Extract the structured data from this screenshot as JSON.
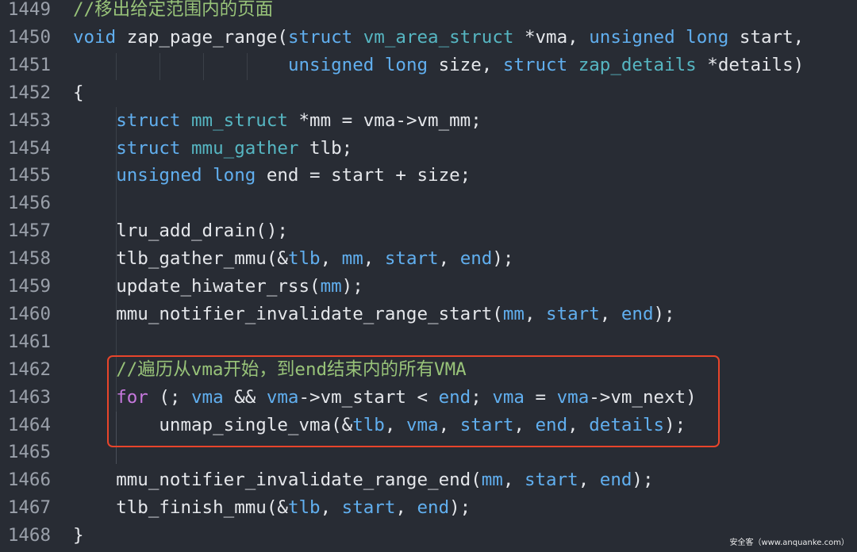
{
  "colors": {
    "background": "#282c34",
    "line_number": "#9aa0aa",
    "comment": "#98c379",
    "keyword_type": "#61afef",
    "type_name": "#56b6c2",
    "control": "#c678dd",
    "identifier": "#e5e7eb",
    "parameter": "#61afef",
    "highlight_border": "#e8452b"
  },
  "lines": [
    {
      "num": "1449",
      "tokens": [
        {
          "t": "//移出给定范围内的页面",
          "c": "comment"
        }
      ]
    },
    {
      "num": "1450",
      "tokens": [
        {
          "t": "void ",
          "c": "keyword_type"
        },
        {
          "t": "zap_page_range",
          "c": "identifier"
        },
        {
          "t": "(",
          "c": "identifier"
        },
        {
          "t": "struct ",
          "c": "keyword_type"
        },
        {
          "t": "vm_area_struct ",
          "c": "type_name"
        },
        {
          "t": "*",
          "c": "identifier"
        },
        {
          "t": "vma",
          "c": "identifier"
        },
        {
          "t": ", ",
          "c": "identifier"
        },
        {
          "t": "unsigned long ",
          "c": "keyword_type"
        },
        {
          "t": "start",
          "c": "identifier"
        },
        {
          "t": ",",
          "c": "identifier"
        }
      ]
    },
    {
      "num": "1451",
      "tokens": [
        {
          "t": "                    ",
          "c": "identifier"
        },
        {
          "t": "unsigned long ",
          "c": "keyword_type"
        },
        {
          "t": "size",
          "c": "identifier"
        },
        {
          "t": ", ",
          "c": "identifier"
        },
        {
          "t": "struct ",
          "c": "keyword_type"
        },
        {
          "t": "zap_details ",
          "c": "type_name"
        },
        {
          "t": "*",
          "c": "identifier"
        },
        {
          "t": "details",
          "c": "identifier"
        },
        {
          "t": ")",
          "c": "identifier"
        }
      ]
    },
    {
      "num": "1452",
      "tokens": [
        {
          "t": "{",
          "c": "identifier"
        }
      ]
    },
    {
      "num": "1453",
      "tokens": [
        {
          "t": "    ",
          "c": "identifier"
        },
        {
          "t": "struct ",
          "c": "keyword_type"
        },
        {
          "t": "mm_struct ",
          "c": "type_name"
        },
        {
          "t": "*",
          "c": "identifier"
        },
        {
          "t": "mm = ",
          "c": "identifier"
        },
        {
          "t": "vma",
          "c": "identifier"
        },
        {
          "t": "->",
          "c": "identifier"
        },
        {
          "t": "vm_mm",
          "c": "identifier"
        },
        {
          "t": ";",
          "c": "identifier"
        }
      ]
    },
    {
      "num": "1454",
      "tokens": [
        {
          "t": "    ",
          "c": "identifier"
        },
        {
          "t": "struct ",
          "c": "keyword_type"
        },
        {
          "t": "mmu_gather ",
          "c": "type_name"
        },
        {
          "t": "tlb",
          "c": "identifier"
        },
        {
          "t": ";",
          "c": "identifier"
        }
      ]
    },
    {
      "num": "1455",
      "tokens": [
        {
          "t": "    ",
          "c": "identifier"
        },
        {
          "t": "unsigned long ",
          "c": "keyword_type"
        },
        {
          "t": "end = start + size;",
          "c": "identifier"
        }
      ]
    },
    {
      "num": "1456",
      "tokens": []
    },
    {
      "num": "1457",
      "tokens": [
        {
          "t": "    ",
          "c": "identifier"
        },
        {
          "t": "lru_add_drain();",
          "c": "identifier"
        }
      ]
    },
    {
      "num": "1458",
      "tokens": [
        {
          "t": "    ",
          "c": "identifier"
        },
        {
          "t": "tlb_gather_mmu(&",
          "c": "identifier"
        },
        {
          "t": "tlb",
          "c": "parameter"
        },
        {
          "t": ", ",
          "c": "identifier"
        },
        {
          "t": "mm",
          "c": "parameter"
        },
        {
          "t": ", ",
          "c": "identifier"
        },
        {
          "t": "start",
          "c": "parameter"
        },
        {
          "t": ", ",
          "c": "identifier"
        },
        {
          "t": "end",
          "c": "parameter"
        },
        {
          "t": ");",
          "c": "identifier"
        }
      ]
    },
    {
      "num": "1459",
      "tokens": [
        {
          "t": "    ",
          "c": "identifier"
        },
        {
          "t": "update_hiwater_rss(",
          "c": "identifier"
        },
        {
          "t": "mm",
          "c": "parameter"
        },
        {
          "t": ");",
          "c": "identifier"
        }
      ]
    },
    {
      "num": "1460",
      "tokens": [
        {
          "t": "    ",
          "c": "identifier"
        },
        {
          "t": "mmu_notifier_invalidate_range_start(",
          "c": "identifier"
        },
        {
          "t": "mm",
          "c": "parameter"
        },
        {
          "t": ", ",
          "c": "identifier"
        },
        {
          "t": "start",
          "c": "parameter"
        },
        {
          "t": ", ",
          "c": "identifier"
        },
        {
          "t": "end",
          "c": "parameter"
        },
        {
          "t": ");",
          "c": "identifier"
        }
      ]
    },
    {
      "num": "1461",
      "tokens": []
    },
    {
      "num": "1462",
      "tokens": [
        {
          "t": "    ",
          "c": "identifier"
        },
        {
          "t": "//遍历从vma开始，到end结束内的所有VMA",
          "c": "comment"
        }
      ]
    },
    {
      "num": "1463",
      "tokens": [
        {
          "t": "    ",
          "c": "identifier"
        },
        {
          "t": "for ",
          "c": "control"
        },
        {
          "t": "(; ",
          "c": "identifier"
        },
        {
          "t": "vma",
          "c": "parameter"
        },
        {
          "t": " && ",
          "c": "identifier"
        },
        {
          "t": "vma",
          "c": "parameter"
        },
        {
          "t": "->vm_start < ",
          "c": "identifier"
        },
        {
          "t": "end",
          "c": "parameter"
        },
        {
          "t": "; ",
          "c": "identifier"
        },
        {
          "t": "vma",
          "c": "parameter"
        },
        {
          "t": " = ",
          "c": "identifier"
        },
        {
          "t": "vma",
          "c": "parameter"
        },
        {
          "t": "->vm_next)",
          "c": "identifier"
        }
      ]
    },
    {
      "num": "1464",
      "tokens": [
        {
          "t": "        ",
          "c": "identifier"
        },
        {
          "t": "unmap_single_vma(&",
          "c": "identifier"
        },
        {
          "t": "tlb",
          "c": "parameter"
        },
        {
          "t": ", ",
          "c": "identifier"
        },
        {
          "t": "vma",
          "c": "parameter"
        },
        {
          "t": ", ",
          "c": "identifier"
        },
        {
          "t": "start",
          "c": "parameter"
        },
        {
          "t": ", ",
          "c": "identifier"
        },
        {
          "t": "end",
          "c": "parameter"
        },
        {
          "t": ", ",
          "c": "identifier"
        },
        {
          "t": "details",
          "c": "parameter"
        },
        {
          "t": ");",
          "c": "identifier"
        }
      ]
    },
    {
      "num": "1465",
      "tokens": []
    },
    {
      "num": "1466",
      "tokens": [
        {
          "t": "    ",
          "c": "identifier"
        },
        {
          "t": "mmu_notifier_invalidate_range_end(",
          "c": "identifier"
        },
        {
          "t": "mm",
          "c": "parameter"
        },
        {
          "t": ", ",
          "c": "identifier"
        },
        {
          "t": "start",
          "c": "parameter"
        },
        {
          "t": ", ",
          "c": "identifier"
        },
        {
          "t": "end",
          "c": "parameter"
        },
        {
          "t": ");",
          "c": "identifier"
        }
      ]
    },
    {
      "num": "1467",
      "tokens": [
        {
          "t": "    ",
          "c": "identifier"
        },
        {
          "t": "tlb_finish_mmu(&",
          "c": "identifier"
        },
        {
          "t": "tlb",
          "c": "parameter"
        },
        {
          "t": ", ",
          "c": "identifier"
        },
        {
          "t": "start",
          "c": "parameter"
        },
        {
          "t": ", ",
          "c": "identifier"
        },
        {
          "t": "end",
          "c": "parameter"
        },
        {
          "t": ");",
          "c": "identifier"
        }
      ]
    },
    {
      "num": "1468",
      "tokens": [
        {
          "t": "}",
          "c": "identifier"
        }
      ]
    }
  ],
  "watermark": "安全客（www.anquanke.com）"
}
